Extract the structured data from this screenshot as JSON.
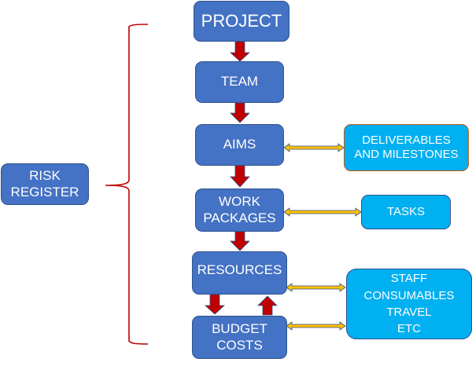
{
  "diagram": {
    "risk_register": {
      "lines": [
        "RISK",
        "REGISTER"
      ]
    },
    "flow_steps": [
      {
        "id": "project",
        "lines": [
          "PROJECT"
        ]
      },
      {
        "id": "team",
        "lines": [
          "TEAM"
        ]
      },
      {
        "id": "aims",
        "lines": [
          "AIMS"
        ]
      },
      {
        "id": "work-packages",
        "lines": [
          "WORK",
          "PACKAGES"
        ]
      },
      {
        "id": "resources",
        "lines": [
          "RESOURCES"
        ]
      },
      {
        "id": "budget-costs",
        "lines": [
          "BUDGET",
          "COSTS"
        ]
      }
    ],
    "side_boxes": [
      {
        "id": "deliverables",
        "lines": [
          "DELIVERABLES",
          "AND MILESTONES"
        ]
      },
      {
        "id": "tasks",
        "lines": [
          "TASKS"
        ]
      },
      {
        "id": "resource-types",
        "lines": [
          "STAFF",
          "CONSUMABLES",
          "TRAVEL",
          "ETC"
        ]
      }
    ],
    "connections": [
      {
        "from": "project",
        "to": "team",
        "type": "down-arrow"
      },
      {
        "from": "team",
        "to": "aims",
        "type": "down-arrow"
      },
      {
        "from": "aims",
        "to": "work-packages",
        "type": "down-arrow"
      },
      {
        "from": "work-packages",
        "to": "resources",
        "type": "down-arrow"
      },
      {
        "from": "resources",
        "to": "budget-costs",
        "type": "down-arrow"
      },
      {
        "from": "budget-costs",
        "to": "resources",
        "type": "up-arrow"
      },
      {
        "from": "aims",
        "to": "deliverables",
        "type": "double-arrow"
      },
      {
        "from": "work-packages",
        "to": "tasks",
        "type": "double-arrow"
      },
      {
        "from": "resources",
        "to": "resource-types",
        "type": "double-arrow"
      },
      {
        "from": "budget-costs",
        "to": "resource-types",
        "type": "double-arrow"
      }
    ],
    "colors": {
      "step_fill": "#4472c4",
      "side_fill": "#00b0f0",
      "flow_arrow": "#c00000",
      "link_arrow": "#ffc000",
      "brace": "#c00000"
    }
  }
}
